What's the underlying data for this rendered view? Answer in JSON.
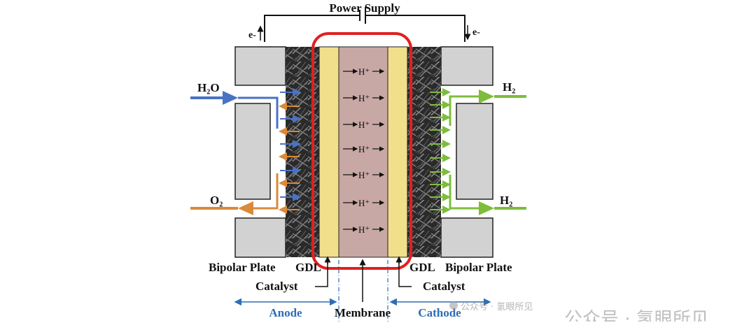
{
  "diagram": {
    "power_supply": "Power Supply",
    "electron_left": "e-",
    "electron_right": "e-",
    "h2o": "H₂O",
    "o2": "O₂",
    "h2_top": "H₂",
    "h2_bottom": "H₂",
    "proton": "H⁺",
    "bipolar_left": "Bipolar Plate",
    "gdl_left": "GDL",
    "gdl_right": "GDL",
    "bipolar_right": "Bipolar Plate",
    "catalyst_left": "Catalyst",
    "catalyst_right": "Catalyst",
    "anode": "Anode",
    "membrane": "Membrane",
    "cathode": "Cathode",
    "colors": {
      "water": "#4a72c4",
      "oxygen": "#d98a3a",
      "hydrogen": "#7dbd3a",
      "membrane": "#c8a8a4",
      "catalyst": "#f2df8c",
      "highlight": "#e02020",
      "side_label": "#2f6db5",
      "plate": "#d2d2d2"
    }
  },
  "watermark": {
    "small": "公众号 · 氢眼所见",
    "large": "公众号 · 氢眼所见"
  }
}
